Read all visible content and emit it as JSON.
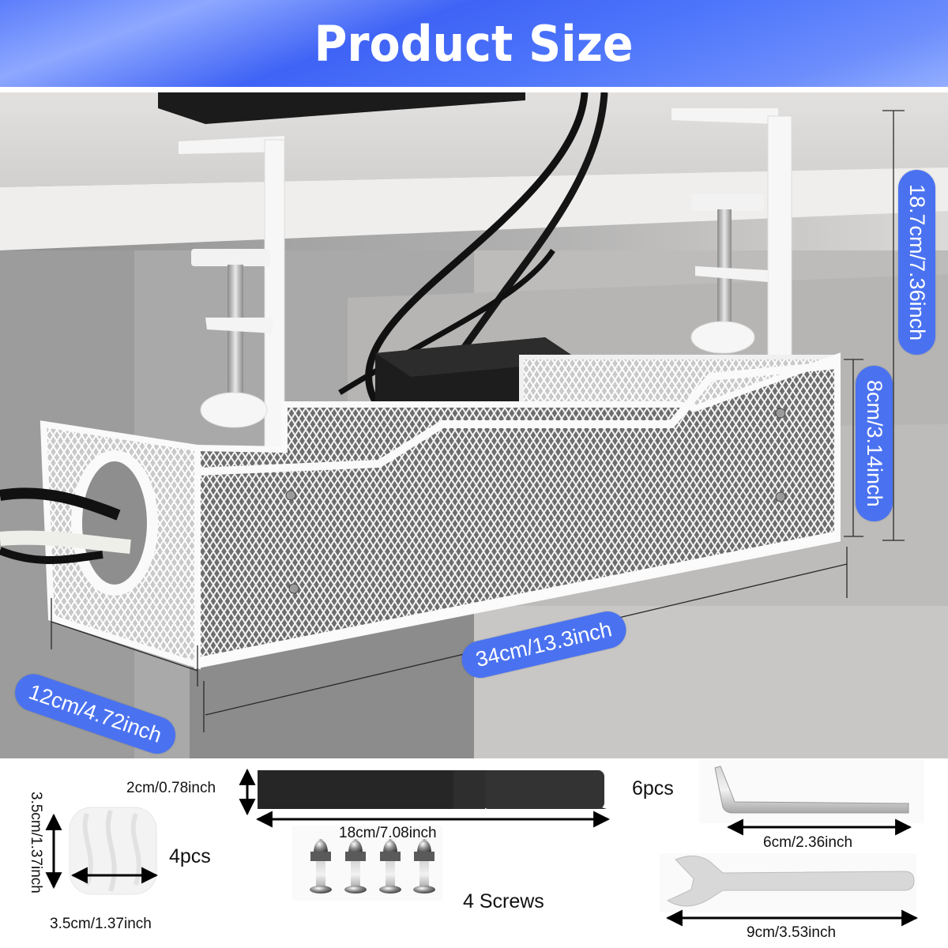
{
  "header": {
    "title": "Product Size",
    "background_color": "#4a6ff7"
  },
  "main_photo": {
    "subject": "under-desk cable management mesh basket",
    "dimensions": {
      "total_height": "18.7cm/7.36inch",
      "basket_height": "8cm/3.14inch",
      "basket_depth": "12cm/4.72inch",
      "basket_length": "34cm/13.3inch"
    },
    "pill_color": "#4a72f0"
  },
  "accessories": {
    "cable_clip": {
      "height_label": "3.5cm/1.37inch",
      "width_label": "3.5cm/1.37inch",
      "quantity": "4pcs"
    },
    "velcro_strap": {
      "width_label": "2cm/0.78inch",
      "length_label": "18cm/7.08inch",
      "quantity": "6pcs"
    },
    "screws": {
      "quantity": "4 Screws"
    },
    "allen_key": {
      "length_label": "6cm/2.36inch"
    },
    "wrench": {
      "length_label": "9cm/3.53inch"
    }
  }
}
